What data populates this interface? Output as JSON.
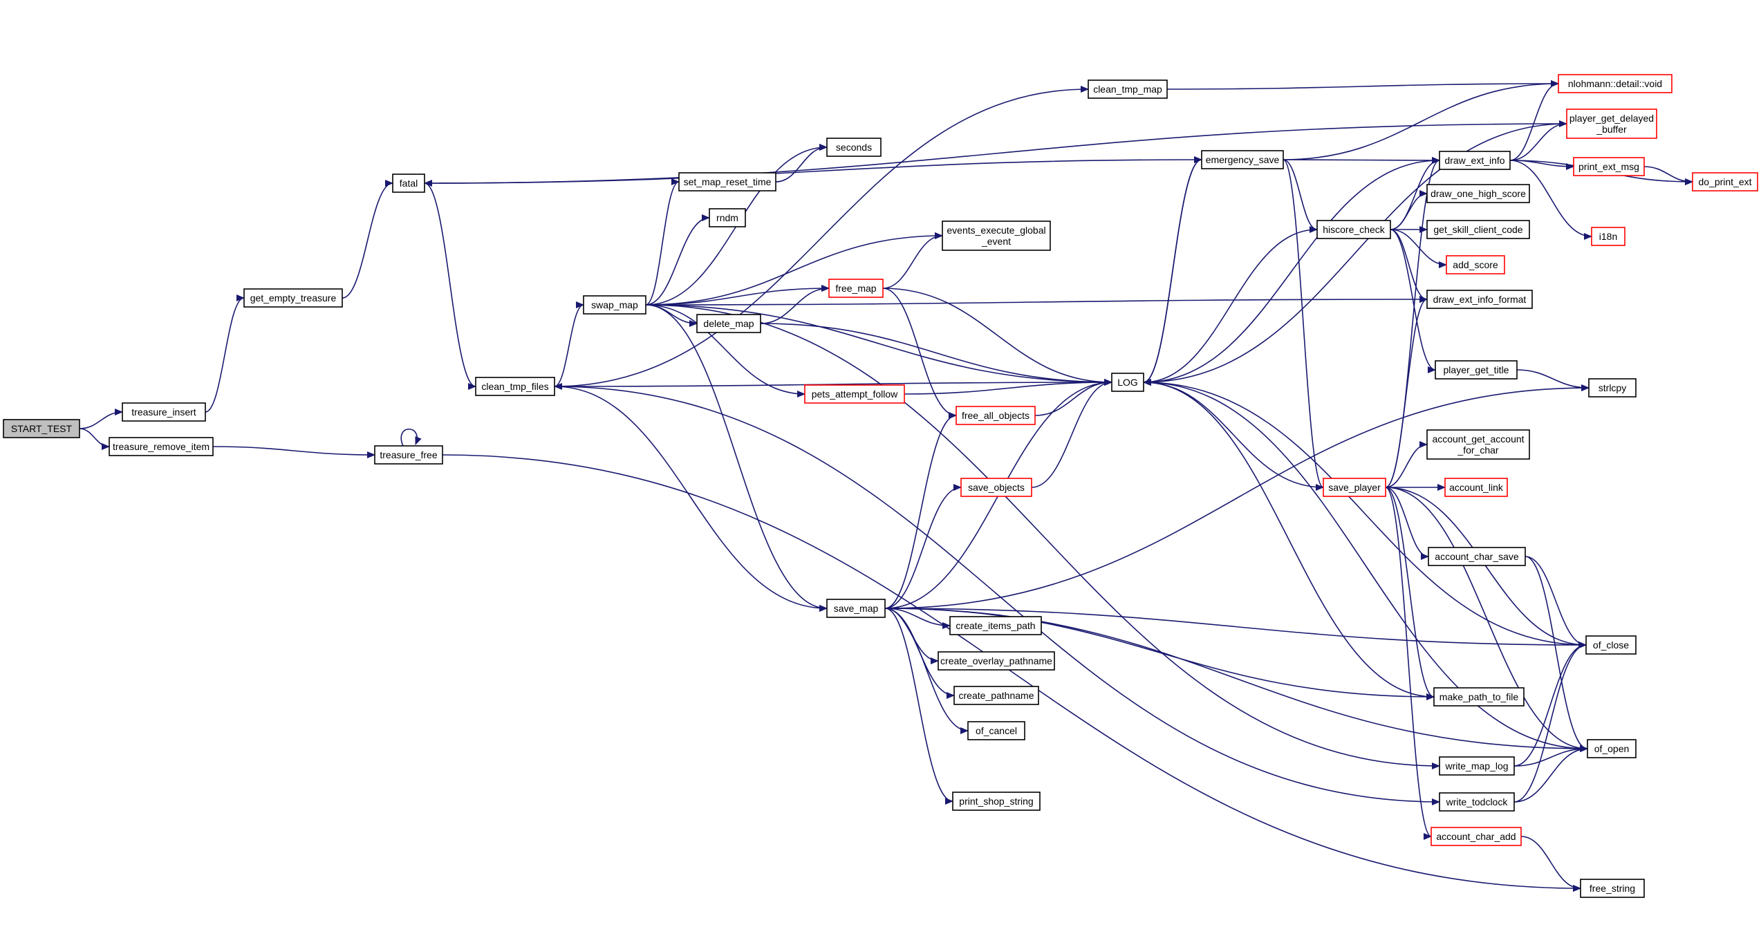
{
  "colors": {
    "edge": "#191970",
    "node_border": "#000000",
    "node_border_linked": "#ff0000",
    "root_fill": "#bfbfbf",
    "node_fill": "#ffffff"
  },
  "nodes": [
    {
      "id": "start_test",
      "label": "START_TEST",
      "border": "black",
      "fill": "root"
    },
    {
      "id": "treasure_insert",
      "label": "treasure_insert",
      "border": "black"
    },
    {
      "id": "treasure_remove_item",
      "label": "treasure_remove_item",
      "border": "black"
    },
    {
      "id": "get_empty_treasure",
      "label": "get_empty_treasure",
      "border": "black"
    },
    {
      "id": "fatal",
      "label": "fatal",
      "border": "black"
    },
    {
      "id": "treasure_free",
      "label": "treasure_free",
      "border": "black"
    },
    {
      "id": "clean_tmp_files",
      "label": "clean_tmp_files",
      "border": "black"
    },
    {
      "id": "swap_map",
      "label": "swap_map",
      "border": "black"
    },
    {
      "id": "seconds",
      "label": "seconds",
      "border": "black"
    },
    {
      "id": "set_map_reset_time",
      "label": "set_map_reset_time",
      "border": "black"
    },
    {
      "id": "rndm",
      "label": "rndm",
      "border": "black"
    },
    {
      "id": "events_execute_global_event",
      "label": "events_execute_global\n_event",
      "border": "black"
    },
    {
      "id": "free_map",
      "label": "free_map",
      "border": "red"
    },
    {
      "id": "delete_map",
      "label": "delete_map",
      "border": "black"
    },
    {
      "id": "pets_attempt_follow",
      "label": "pets_attempt_follow",
      "border": "red"
    },
    {
      "id": "free_all_objects",
      "label": "free_all_objects",
      "border": "red"
    },
    {
      "id": "save_objects",
      "label": "save_objects",
      "border": "red"
    },
    {
      "id": "save_map",
      "label": "save_map",
      "border": "black"
    },
    {
      "id": "create_items_path",
      "label": "create_items_path",
      "border": "black"
    },
    {
      "id": "create_overlay_pathname",
      "label": "create_overlay_pathname",
      "border": "black"
    },
    {
      "id": "create_pathname",
      "label": "create_pathname",
      "border": "black"
    },
    {
      "id": "of_cancel",
      "label": "of_cancel",
      "border": "black"
    },
    {
      "id": "print_shop_string",
      "label": "print_shop_string",
      "border": "black"
    },
    {
      "id": "clean_tmp_map",
      "label": "clean_tmp_map",
      "border": "black"
    },
    {
      "id": "log",
      "label": "LOG",
      "border": "black"
    },
    {
      "id": "emergency_save",
      "label": "emergency_save",
      "border": "black"
    },
    {
      "id": "hiscore_check",
      "label": "hiscore_check",
      "border": "black"
    },
    {
      "id": "save_player",
      "label": "save_player",
      "border": "red"
    },
    {
      "id": "draw_ext_info",
      "label": "draw_ext_info",
      "border": "black"
    },
    {
      "id": "draw_one_high_score",
      "label": "draw_one_high_score",
      "border": "black"
    },
    {
      "id": "get_skill_client_code",
      "label": "get_skill_client_code",
      "border": "black"
    },
    {
      "id": "add_score",
      "label": "add_score",
      "border": "red"
    },
    {
      "id": "draw_ext_info_format",
      "label": "draw_ext_info_format",
      "border": "black"
    },
    {
      "id": "player_get_title",
      "label": "player_get_title",
      "border": "black"
    },
    {
      "id": "account_get_account_for_char",
      "label": "account_get_account\n_for_char",
      "border": "black"
    },
    {
      "id": "account_link",
      "label": "account_link",
      "border": "red"
    },
    {
      "id": "account_char_save",
      "label": "account_char_save",
      "border": "black"
    },
    {
      "id": "make_path_to_file",
      "label": "make_path_to_file",
      "border": "black"
    },
    {
      "id": "write_map_log",
      "label": "write_map_log",
      "border": "black"
    },
    {
      "id": "write_todclock",
      "label": "write_todclock",
      "border": "black"
    },
    {
      "id": "account_char_add",
      "label": "account_char_add",
      "border": "red"
    },
    {
      "id": "nlohmann_detail_void",
      "label": "nlohmann::detail::void",
      "border": "red"
    },
    {
      "id": "player_get_delayed_buffer",
      "label": "player_get_delayed\n_buffer",
      "border": "red"
    },
    {
      "id": "print_ext_msg",
      "label": "print_ext_msg",
      "border": "red"
    },
    {
      "id": "do_print_ext",
      "label": "do_print_ext",
      "border": "red"
    },
    {
      "id": "i18n",
      "label": "i18n",
      "border": "red"
    },
    {
      "id": "strlcpy",
      "label": "strlcpy",
      "border": "black"
    },
    {
      "id": "of_close",
      "label": "of_close",
      "border": "black"
    },
    {
      "id": "of_open",
      "label": "of_open",
      "border": "black"
    },
    {
      "id": "free_string",
      "label": "free_string",
      "border": "black"
    }
  ],
  "edges": [
    [
      "start_test",
      "treasure_insert"
    ],
    [
      "start_test",
      "treasure_remove_item"
    ],
    [
      "treasure_insert",
      "get_empty_treasure"
    ],
    [
      "get_empty_treasure",
      "fatal"
    ],
    [
      "treasure_remove_item",
      "treasure_free"
    ],
    [
      "treasure_free",
      "treasure_free"
    ],
    [
      "treasure_free",
      "free_string"
    ],
    [
      "fatal",
      "emergency_save"
    ],
    [
      "fatal",
      "clean_tmp_files"
    ],
    [
      "player_get_delayed_buffer",
      "fatal"
    ],
    [
      "clean_tmp_files",
      "swap_map"
    ],
    [
      "clean_tmp_files",
      "clean_tmp_map"
    ],
    [
      "clean_tmp_files",
      "save_map"
    ],
    [
      "clean_tmp_files",
      "write_todclock"
    ],
    [
      "log",
      "clean_tmp_files"
    ],
    [
      "swap_map",
      "seconds"
    ],
    [
      "swap_map",
      "set_map_reset_time"
    ],
    [
      "set_map_reset_time",
      "seconds"
    ],
    [
      "swap_map",
      "rndm"
    ],
    [
      "swap_map",
      "events_execute_global_event"
    ],
    [
      "swap_map",
      "free_map"
    ],
    [
      "swap_map",
      "delete_map"
    ],
    [
      "swap_map",
      "log"
    ],
    [
      "swap_map",
      "pets_attempt_follow"
    ],
    [
      "swap_map",
      "save_map"
    ],
    [
      "swap_map",
      "write_map_log"
    ],
    [
      "swap_map",
      "draw_ext_info_format"
    ],
    [
      "delete_map",
      "free_map"
    ],
    [
      "delete_map",
      "log"
    ],
    [
      "free_map",
      "events_execute_global_event"
    ],
    [
      "free_map",
      "log"
    ],
    [
      "free_map",
      "free_all_objects"
    ],
    [
      "pets_attempt_follow",
      "log"
    ],
    [
      "free_all_objects",
      "log"
    ],
    [
      "save_objects",
      "log"
    ],
    [
      "save_map",
      "free_all_objects"
    ],
    [
      "save_map",
      "save_objects"
    ],
    [
      "save_map",
      "log"
    ],
    [
      "save_map",
      "create_items_path"
    ],
    [
      "save_map",
      "create_overlay_pathname"
    ],
    [
      "save_map",
      "create_pathname"
    ],
    [
      "save_map",
      "of_cancel"
    ],
    [
      "save_map",
      "print_shop_string"
    ],
    [
      "save_map",
      "strlcpy"
    ],
    [
      "save_map",
      "of_close"
    ],
    [
      "save_map",
      "make_path_to_file"
    ],
    [
      "save_map",
      "of_open"
    ],
    [
      "clean_tmp_map",
      "nlohmann_detail_void"
    ],
    [
      "emergency_save",
      "log"
    ],
    [
      "log",
      "emergency_save"
    ],
    [
      "emergency_save",
      "nlohmann_detail_void"
    ],
    [
      "emergency_save",
      "draw_ext_info"
    ],
    [
      "emergency_save",
      "hiscore_check"
    ],
    [
      "emergency_save",
      "save_player"
    ],
    [
      "hiscore_check",
      "draw_ext_info"
    ],
    [
      "hiscore_check",
      "draw_one_high_score"
    ],
    [
      "hiscore_check",
      "get_skill_client_code"
    ],
    [
      "hiscore_check",
      "add_score"
    ],
    [
      "hiscore_check",
      "draw_ext_info_format"
    ],
    [
      "hiscore_check",
      "player_get_title"
    ],
    [
      "hiscore_check",
      "log"
    ],
    [
      "draw_ext_info",
      "nlohmann_detail_void"
    ],
    [
      "draw_ext_info",
      "player_get_delayed_buffer"
    ],
    [
      "draw_ext_info",
      "print_ext_msg"
    ],
    [
      "draw_ext_info",
      "do_print_ext"
    ],
    [
      "draw_ext_info",
      "i18n"
    ],
    [
      "print_ext_msg",
      "do_print_ext"
    ],
    [
      "log",
      "draw_ext_info"
    ],
    [
      "player_get_delayed_buffer",
      "log"
    ],
    [
      "player_get_title",
      "strlcpy"
    ],
    [
      "save_player",
      "log"
    ],
    [
      "save_player",
      "draw_ext_info"
    ],
    [
      "save_player",
      "draw_ext_info_format"
    ],
    [
      "save_player",
      "account_get_account_for_char"
    ],
    [
      "save_player",
      "account_link"
    ],
    [
      "save_player",
      "account_char_save"
    ],
    [
      "save_player",
      "make_path_to_file"
    ],
    [
      "save_player",
      "of_close"
    ],
    [
      "save_player",
      "of_open"
    ],
    [
      "save_player",
      "account_char_add"
    ],
    [
      "account_char_save",
      "of_close"
    ],
    [
      "account_char_save",
      "of_open"
    ],
    [
      "of_close",
      "log"
    ],
    [
      "of_open",
      "log"
    ],
    [
      "make_path_to_file",
      "log"
    ],
    [
      "write_map_log",
      "of_close"
    ],
    [
      "write_map_log",
      "of_open"
    ],
    [
      "write_todclock",
      "of_close"
    ],
    [
      "write_todclock",
      "of_open"
    ],
    [
      "account_char_add",
      "free_string"
    ]
  ]
}
